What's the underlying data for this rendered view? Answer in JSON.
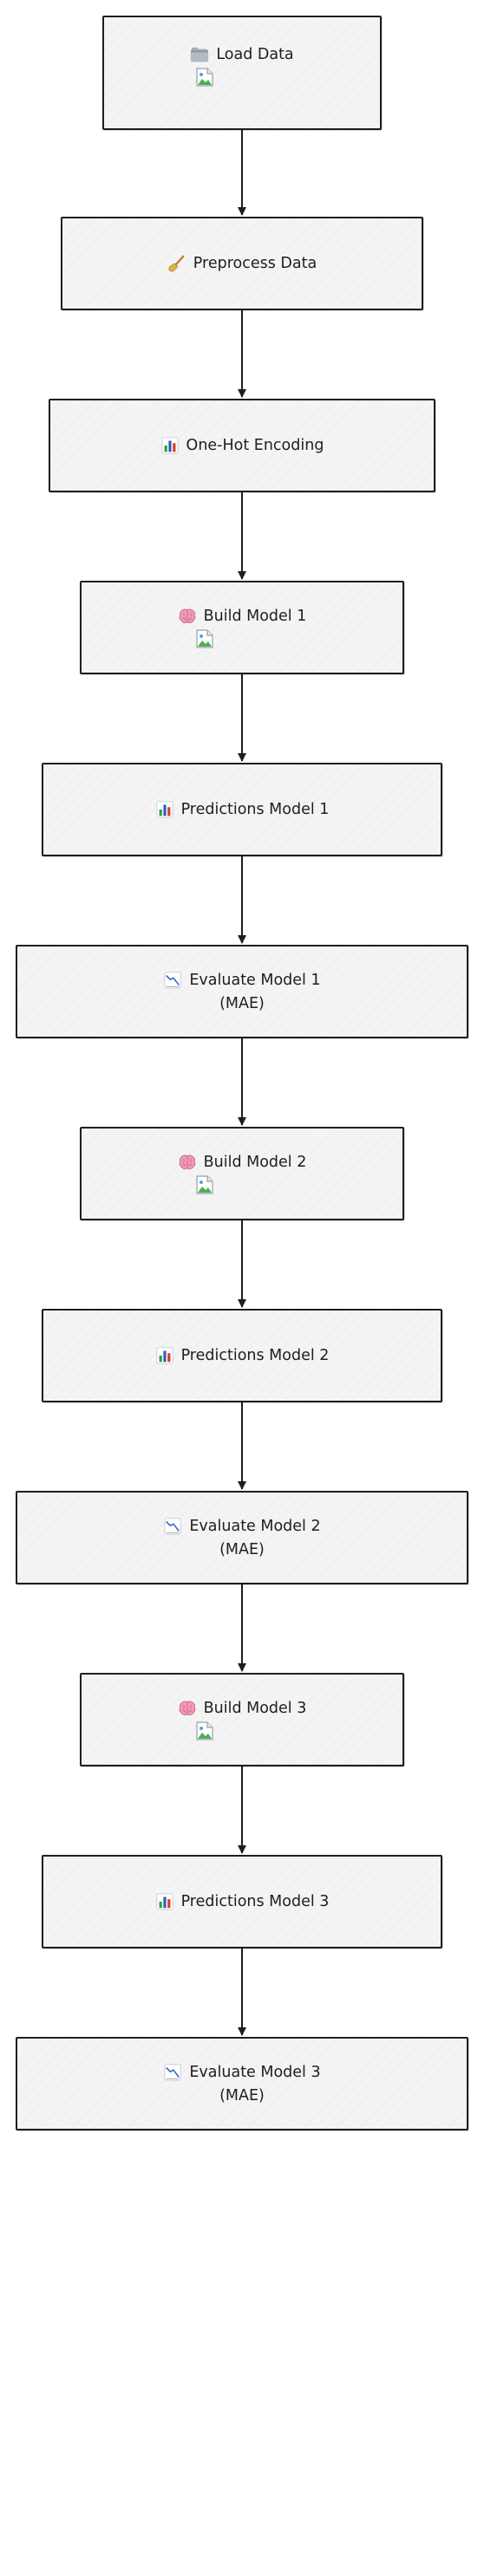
{
  "nodes": [
    {
      "id": "load-data",
      "label": "Load Data",
      "icon": "folder-icon",
      "has_broken_image": true
    },
    {
      "id": "preprocess-data",
      "label": "Preprocess Data",
      "icon": "broom-icon"
    },
    {
      "id": "one-hot-encoding",
      "label": "One-Hot Encoding",
      "icon": "bar-chart-icon"
    },
    {
      "id": "build-model-1",
      "label": "Build Model 1",
      "icon": "brain-icon",
      "has_broken_image": true
    },
    {
      "id": "predictions-model-1",
      "label": "Predictions Model 1",
      "icon": "bar-chart-icon"
    },
    {
      "id": "evaluate-model-1",
      "label": "Evaluate Model 1",
      "sublabel": "(MAE)",
      "icon": "chart-decreasing-icon"
    },
    {
      "id": "build-model-2",
      "label": "Build Model 2",
      "icon": "brain-icon",
      "has_broken_image": true
    },
    {
      "id": "predictions-model-2",
      "label": "Predictions Model 2",
      "icon": "bar-chart-icon"
    },
    {
      "id": "evaluate-model-2",
      "label": "Evaluate Model 2",
      "sublabel": "(MAE)",
      "icon": "chart-decreasing-icon"
    },
    {
      "id": "build-model-3",
      "label": "Build Model 3",
      "icon": "brain-icon",
      "has_broken_image": true
    },
    {
      "id": "predictions-model-3",
      "label": "Predictions Model 3",
      "icon": "bar-chart-icon"
    },
    {
      "id": "evaluate-model-3",
      "label": "Evaluate Model 3",
      "sublabel": "(MAE)",
      "icon": "chart-decreasing-icon"
    }
  ],
  "edges": [
    {
      "from": "load-data",
      "to": "preprocess-data"
    },
    {
      "from": "preprocess-data",
      "to": "one-hot-encoding"
    },
    {
      "from": "one-hot-encoding",
      "to": "build-model-1"
    },
    {
      "from": "build-model-1",
      "to": "predictions-model-1"
    },
    {
      "from": "predictions-model-1",
      "to": "evaluate-model-1"
    },
    {
      "from": "evaluate-model-1",
      "to": "build-model-2"
    },
    {
      "from": "build-model-2",
      "to": "predictions-model-2"
    },
    {
      "from": "predictions-model-2",
      "to": "evaluate-model-2"
    },
    {
      "from": "evaluate-model-2",
      "to": "build-model-3"
    },
    {
      "from": "build-model-3",
      "to": "predictions-model-3"
    },
    {
      "from": "predictions-model-3",
      "to": "evaluate-model-3"
    }
  ],
  "colors": {
    "stroke": "#1e1e1e",
    "fill": "#f4f4f4",
    "bar_green": "#2e9e3f",
    "bar_blue": "#2c5fb3",
    "bar_red": "#d93a2b",
    "brain_pink": "#f29ab4",
    "folder_gray": "#8c959f",
    "broom_handle": "#b9782c",
    "broom_bristle": "#e0b24a",
    "chart_line_blue": "#3b6fc4"
  }
}
